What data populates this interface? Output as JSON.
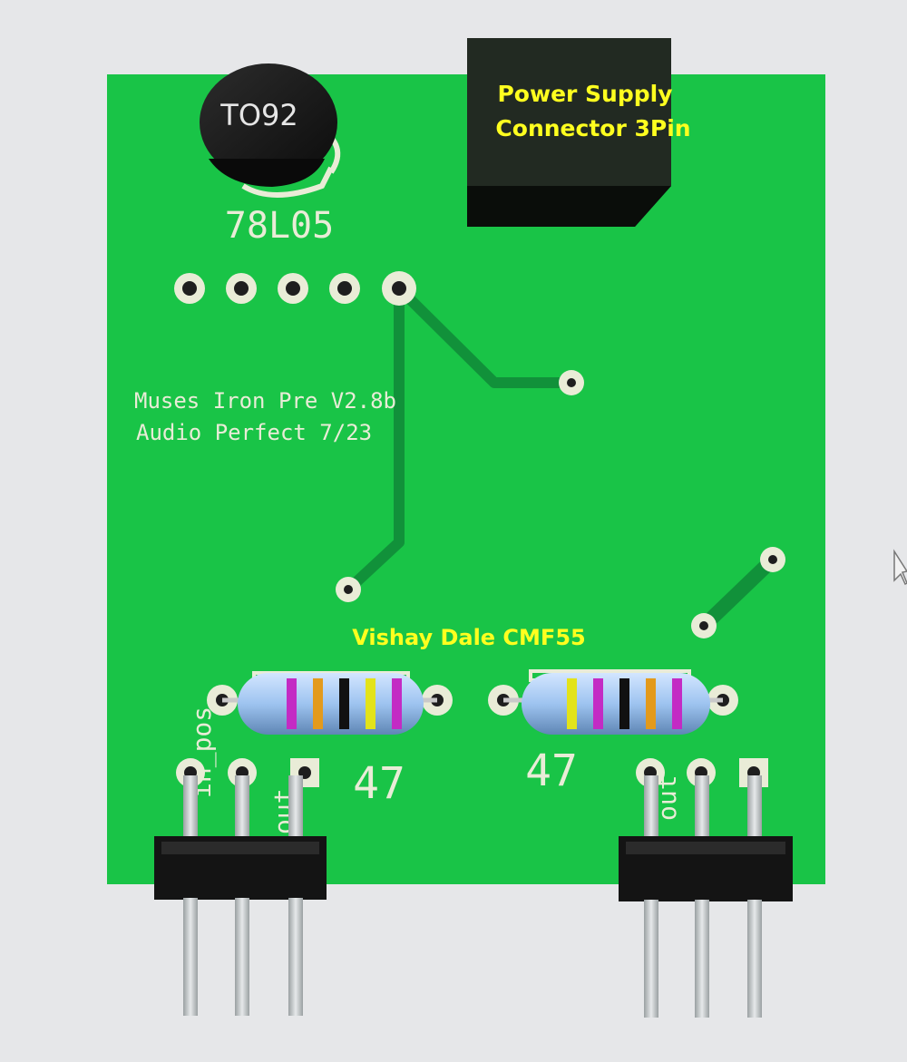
{
  "board": {
    "color": "#19c447",
    "trace_color": "#11913a",
    "silk_color": "#e9ecd7"
  },
  "annotations": {
    "power_connector": [
      "Power Supply",
      "Connector 3Pin"
    ],
    "resistors": "Vishay Dale CMF55",
    "color": "#ffff1f"
  },
  "silkscreen": {
    "package": "TO92",
    "regulator": "78L05",
    "title_line1": "Muses Iron Pre V2.8b",
    "title_line2": "Audio Perfect 7/23",
    "left_value": "47",
    "right_value": "47",
    "left_header_labels": [
      "in_pos",
      "out"
    ],
    "right_header_label": "out"
  },
  "resistor_bands": {
    "left": [
      "#c32bc4",
      "#e39a1c",
      "#111111",
      "#e3e31a",
      "#c32bc4"
    ],
    "right": [
      "#e3e31a",
      "#c32bc4",
      "#111111",
      "#e39a1c",
      "#c32bc4"
    ]
  }
}
